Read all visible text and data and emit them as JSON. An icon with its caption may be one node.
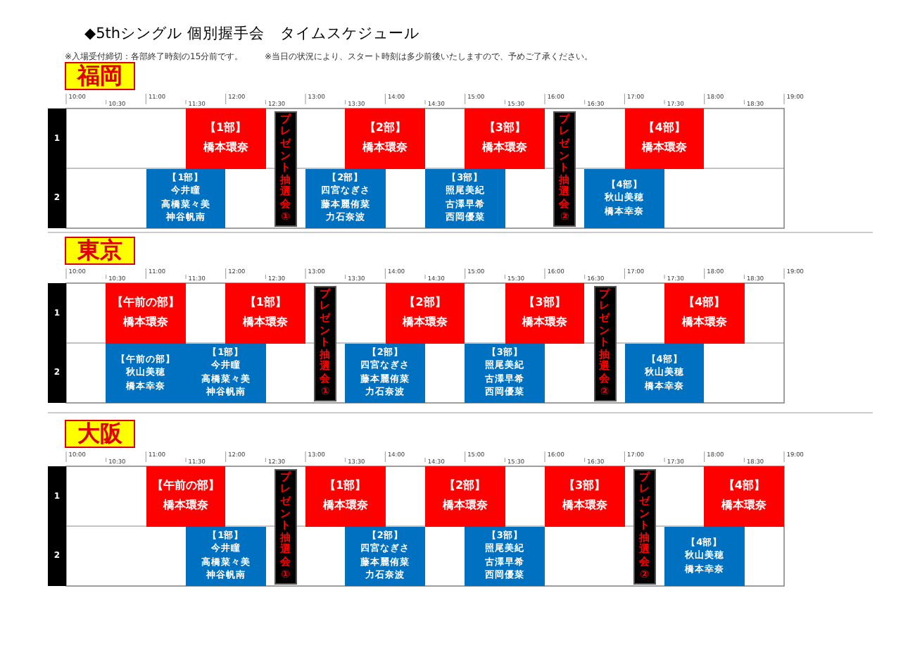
{
  "diagram": {
    "title": "◆5thシングル 個別握手会　タイムスケジュール",
    "nodes": [
      {
        "text": [
          "福岡"
        ]
      },
      {
        "text": [
          "1"
        ]
      },
      {
        "text": [
          "2"
        ]
      },
      {
        "text": [
          "【1部】",
          "橋本環奈"
        ]
      },
      {
        "text": [
          "プレゼント抽選会①"
        ]
      },
      {
        "text": [
          "【2部】",
          "橋本環奈"
        ]
      },
      {
        "text": [
          "【3部】",
          "橋本環奈"
        ]
      },
      {
        "text": [
          "プレゼント抽選会②"
        ]
      },
      {
        "text": [
          "【4部】",
          "橋本環奈"
        ]
      },
      {
        "text": [
          "【1部】",
          "今井瞳",
          "高橋菜々美",
          "神谷帆南"
        ]
      },
      {
        "text": [
          "【2部】",
          "四宮なぎさ",
          "藤本麗侑菜",
          "力石奈波"
        ]
      },
      {
        "text": [
          "【3部】",
          "照尾美紀",
          "古澤早希",
          "西岡優菜"
        ]
      },
      {
        "text": [
          "【4部】",
          "秋山美穂",
          "橋本幸奈"
        ]
      },
      {
        "text": [
          "東京"
        ]
      },
      {
        "text": [
          "1"
        ]
      },
      {
        "text": [
          "2"
        ]
      },
      {
        "text": [
          "【午前の部】",
          "橋本環奈"
        ]
      },
      {
        "text": [
          "【1部】",
          "橋本環奈"
        ]
      },
      {
        "text": [
          "プレゼント抽選会①"
        ]
      },
      {
        "text": [
          "【2部】",
          "橋本環奈"
        ]
      },
      {
        "text": [
          "【3部】",
          "橋本環奈"
        ]
      },
      {
        "text": [
          "プレゼント抽選会②"
        ]
      },
      {
        "text": [
          "【4部】",
          "橋本環奈"
        ]
      },
      {
        "text": [
          "【午前の部】",
          "秋山美穂",
          "橋本幸奈"
        ]
      },
      {
        "text": [
          "【1部】",
          "今井瞳",
          "高橋菜々美",
          "神谷帆南"
        ]
      },
      {
        "text": [
          "【2部】",
          "四宮なぎさ",
          "藤本麗侑菜",
          "力石奈波"
        ]
      },
      {
        "text": [
          "【3部】",
          "照尾美紀",
          "古澤早希",
          "西岡優菜"
        ]
      },
      {
        "text": [
          "【4部】",
          "秋山美穂",
          "橋本幸奈"
        ]
      },
      {
        "text": [
          "大阪"
        ]
      },
      {
        "text": [
          "1"
        ]
      },
      {
        "text": [
          "2"
        ]
      },
      {
        "text": [
          "【午前の部】",
          "橋本環奈"
        ]
      },
      {
        "text": [
          "プレゼント抽選会①"
        ]
      },
      {
        "text": [
          "【1部】",
          "橋本環奈"
        ]
      },
      {
        "text": [
          "【2部】",
          "橋本環奈"
        ]
      },
      {
        "text": [
          "【3部】",
          "橋本環奈"
        ]
      },
      {
        "text": [
          "プレゼント抽選会②"
        ]
      },
      {
        "text": [
          "【4部】",
          "橋本環奈"
        ]
      },
      {
        "text": [
          "【1部】",
          "今井瞳",
          "高橋菜々美",
          "神谷帆南"
        ]
      },
      {
        "text": [
          "【2部】",
          "四宮なぎさ",
          "藤本麗侑菜",
          "力石奈波"
        ]
      },
      {
        "text": [
          "【3部】",
          "照尾美紀",
          "古澤早希",
          "西岡優菜"
        ]
      },
      {
        "text": [
          "【4部】",
          "秋山美穂",
          "橋本幸奈"
        ]
      }
    ],
    "labels": [
      "※入場受付締切：各部終了時刻の15分前です。",
      "※当日の状況により、スタート時刻は多少前後いたしますので、予めご了承ください。",
      "10:00",
      "10:30",
      "11:00",
      "11:30",
      "12:00",
      "12:30",
      "13:00",
      "13:30",
      "14:00",
      "14:30",
      "15:00",
      "15:30",
      "16:00",
      "16:30",
      "17:00",
      "17:30",
      "18:00",
      "18:30",
      "19:00",
      "10:00",
      "10:30",
      "11:00",
      "11:30",
      "12:00",
      "12:30",
      "13:00",
      "13:30",
      "14:00",
      "14:30",
      "15:00",
      "15:30",
      "16:00",
      "16:30",
      "17:00",
      "17:30",
      "18:00",
      "18:30",
      "19:00",
      "10:00",
      "10:30",
      "11:00",
      "11:30",
      "12:00",
      "12:30",
      "13:00",
      "13:30",
      "14:00",
      "14:30",
      "15:00",
      "15:30",
      "16:00",
      "16:30",
      "17:00",
      "17:30",
      "18:00",
      "18:30",
      "19:00"
    ]
  }
}
